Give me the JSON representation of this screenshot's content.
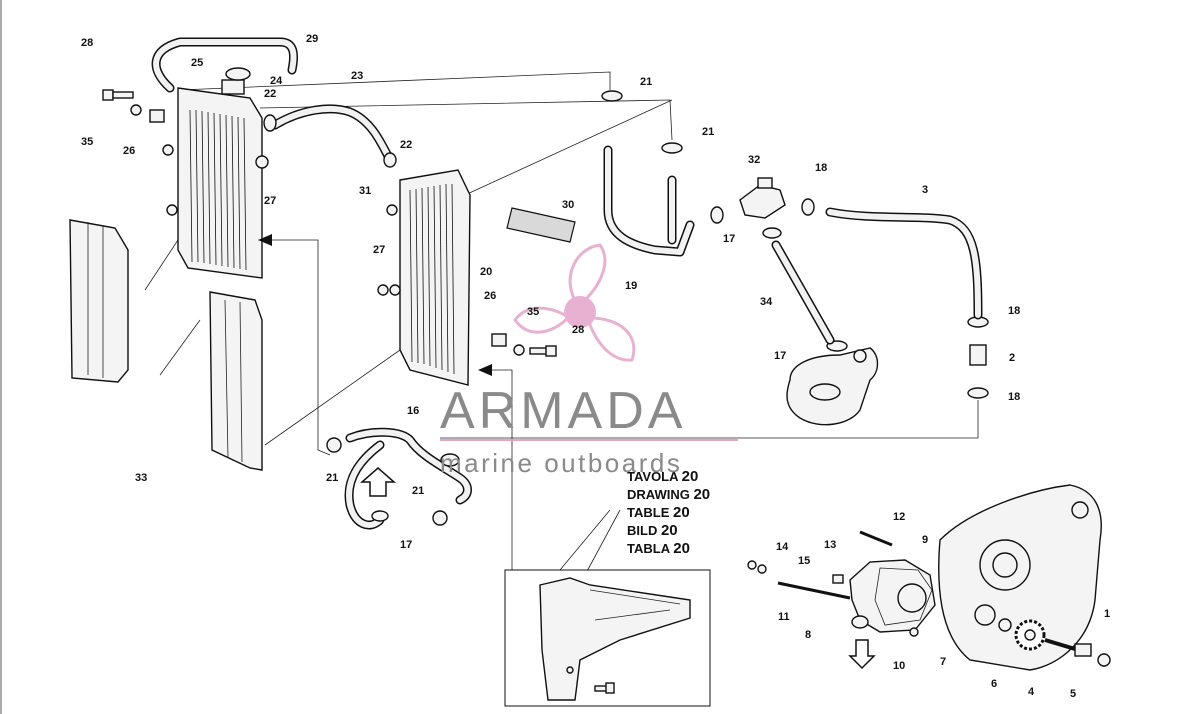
{
  "callouts": [
    "28",
    "29",
    "25",
    "24",
    "22",
    "23",
    "35",
    "26",
    "27",
    "21",
    "21",
    "32",
    "18",
    "3",
    "22",
    "31",
    "30",
    "27",
    "20",
    "19",
    "17",
    "26",
    "35",
    "28",
    "18",
    "34",
    "17",
    "2",
    "18",
    "33",
    "16",
    "21",
    "21",
    "17",
    "12",
    "9",
    "13",
    "14",
    "15",
    "11",
    "8",
    "10",
    "7",
    "6",
    "4",
    "1",
    "5"
  ],
  "table_reference": {
    "lines": [
      {
        "word": "TAVOLA",
        "number": "20"
      },
      {
        "word": "DRAWING",
        "number": "20"
      },
      {
        "word": "TABLE",
        "number": "20"
      },
      {
        "word": "BILD",
        "number": "20"
      },
      {
        "word": "TABLA",
        "number": "20"
      }
    ]
  },
  "watermark": {
    "brand": "ARMADA",
    "tagline": "marine outboards",
    "logo_color": "#e4a3c9",
    "text_color": "#8a8a8a"
  }
}
